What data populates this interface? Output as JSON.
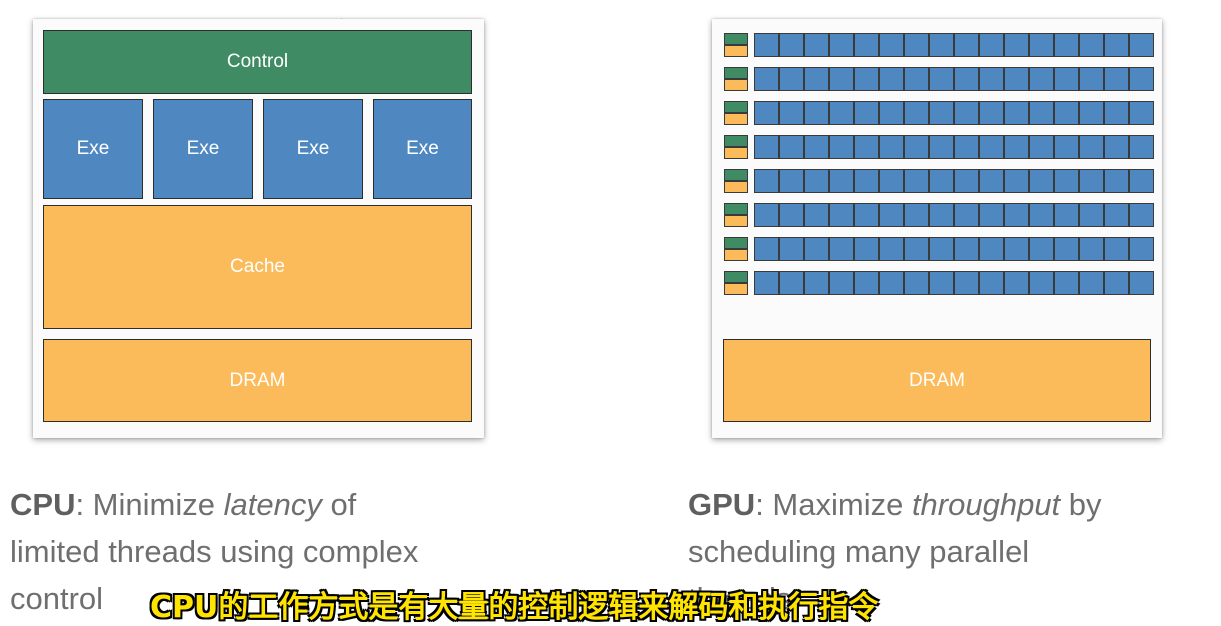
{
  "cpu": {
    "control_label": "Control",
    "exe_labels": [
      "Exe",
      "Exe",
      "Exe",
      "Exe"
    ],
    "cache_label": "Cache",
    "dram_label": "DRAM",
    "caption": {
      "name": "CPU",
      "colon_text": ": Minimize ",
      "emph": "latency",
      "rest_line1": " of",
      "line2": "limited threads using complex",
      "line3": "control"
    }
  },
  "gpu": {
    "rows": 8,
    "cores_per_row": 16,
    "dram_label": "DRAM",
    "caption": {
      "name": "GPU",
      "colon_text": ": Maximize ",
      "emph": "throughput",
      "rest_line1": " by",
      "line2": "scheduling many parallel",
      "line3": "threads"
    }
  },
  "subtitle": "CPU的工作方式是有大量的控制逻辑来解码和执行指令",
  "colors": {
    "control": "#3e8b64",
    "exe": "#4f88c1",
    "cache": "#fbbb5a",
    "dram": "#fbbb5a"
  }
}
